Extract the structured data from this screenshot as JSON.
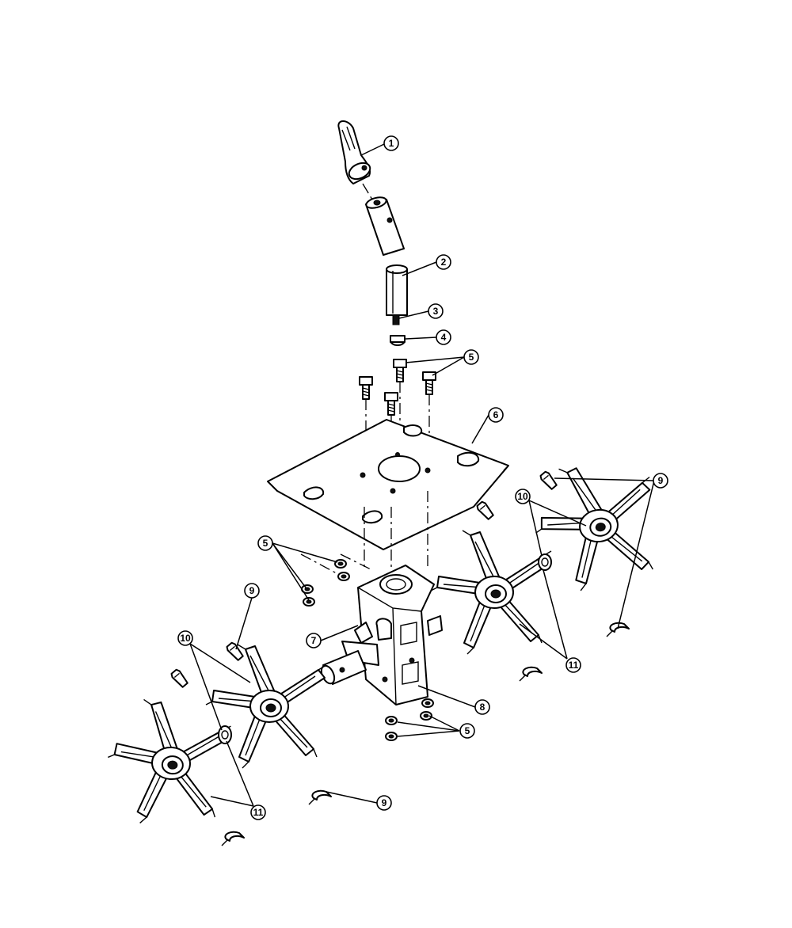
{
  "callouts": {
    "c1": "1",
    "c2": "2",
    "c3": "3",
    "c4": "4",
    "c5a": "5",
    "c5b": "5",
    "c5c": "5",
    "c6": "6",
    "c7": "7",
    "c8": "8",
    "c9a": "9",
    "c9b": "9",
    "c9c": "9",
    "c10a": "10",
    "c10b": "10",
    "c11a": "11",
    "c11b": "11"
  }
}
